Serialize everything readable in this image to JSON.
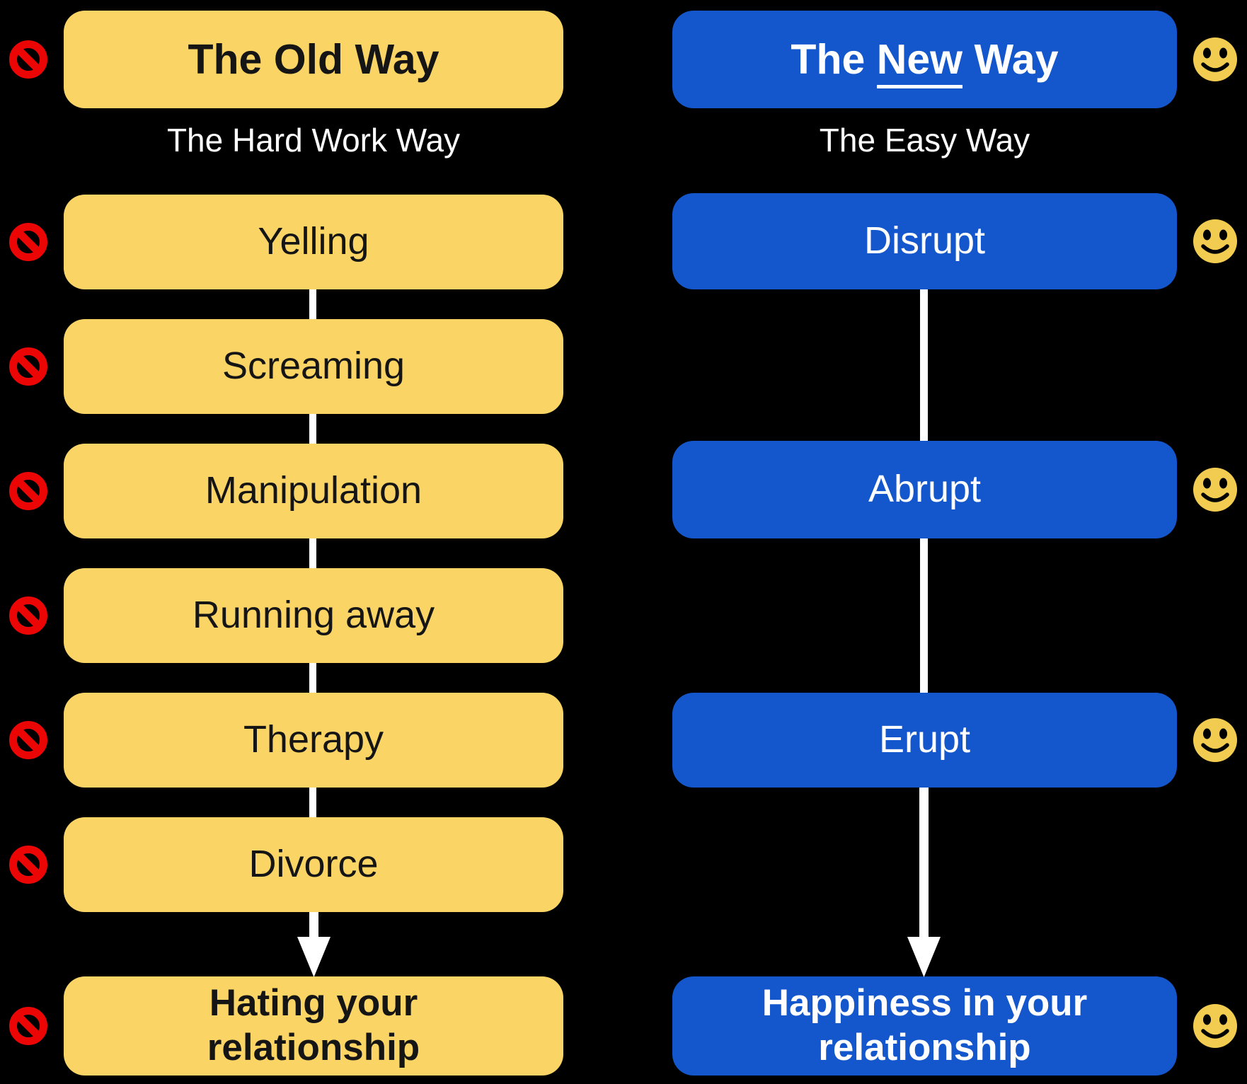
{
  "colors": {
    "background": "#000000",
    "old_way_box": "#FAD565",
    "new_way_box": "#1456CB",
    "prohibition_red": "#EB0505",
    "smiley_yellow": "#F2CC51",
    "connector_white": "#FFFFFF"
  },
  "icons": {
    "no_entry": "no-entry prohibition sign (red circle with diagonal slash)",
    "smiley": "yellow smiling face"
  },
  "left": {
    "header": "The Old Way",
    "subtitle": "The Hard Work Way",
    "steps": [
      "Yelling",
      "Screaming",
      "Manipulation",
      "Running away",
      "Therapy",
      "Divorce"
    ],
    "outcome": "Hating your relationship"
  },
  "right": {
    "header": {
      "prefix": "The ",
      "emphasis": "New",
      "suffix": " Way"
    },
    "subtitle": "The Easy Way",
    "steps": [
      "Disrupt",
      "Abrupt",
      "Erupt"
    ],
    "outcome": "Happiness in your relationship"
  }
}
